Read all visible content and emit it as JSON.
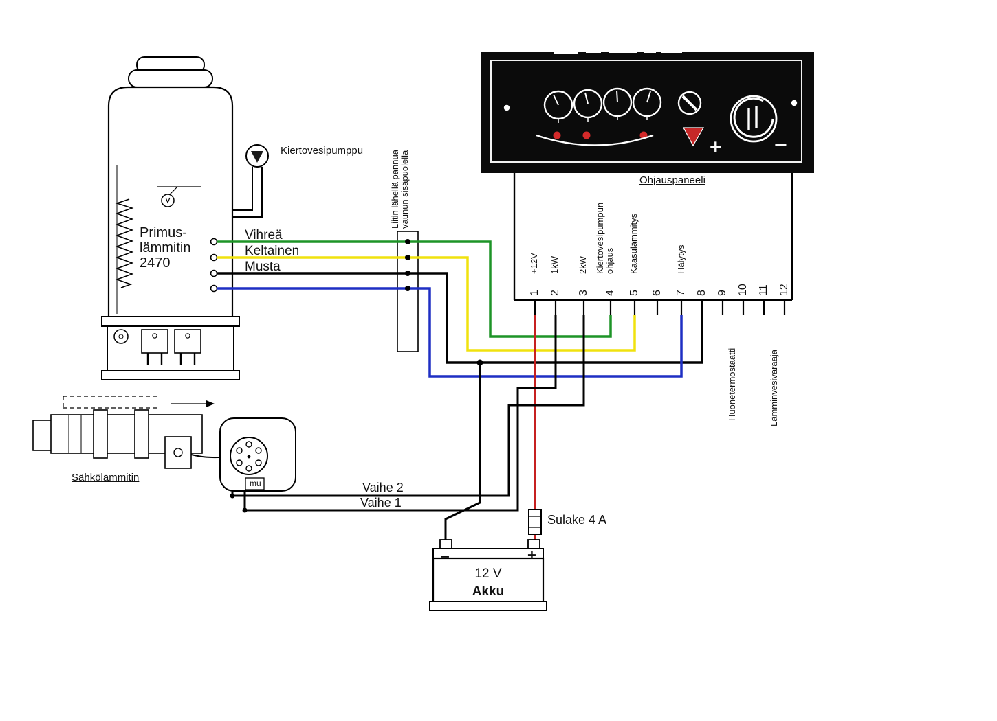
{
  "control_panel": {
    "label": "Ohjauspaneeli",
    "plus": "+",
    "minus": "−"
  },
  "heater": {
    "title_lines": [
      "Primus-",
      "lämmitin",
      "2470"
    ],
    "pump_label": "Kiertovesipumppu",
    "wire_labels": {
      "green": "Vihreä",
      "yellow": "Keltainen",
      "black": "Musta"
    }
  },
  "inline_connector": {
    "note_line1": "Liitin lähellä pannua",
    "note_line2": "vaunun sisäpuolella"
  },
  "terminal_block": {
    "numbers": [
      "1",
      "2",
      "3",
      "4",
      "5",
      "6",
      "7",
      "8",
      "9",
      "10",
      "11",
      "12"
    ],
    "labels": {
      "t1": "+12V",
      "t2": "1kW",
      "t3": "2kW",
      "t4_line1": "Kiertovesipumpun",
      "t4_line2": "ohjaus",
      "t5": "Kaasulämmitys",
      "t7": "Hälytys",
      "below_9_10": "Huonetermostaatti",
      "below_11_12": "Lämminvesivaraaja"
    }
  },
  "electric_heater": {
    "label": "Sähkölämmitin",
    "plug_marking": "mu",
    "phase2_label": "Vaihe 2",
    "phase1_label": "Vaihe 1"
  },
  "fuse": {
    "label": "Sulake 4 A"
  },
  "battery": {
    "voltage": "12 V",
    "label": "Akku",
    "minus": "−",
    "plus": "+"
  },
  "wire_colors": {
    "green": "#1d9427",
    "yellow": "#f0e20e",
    "blue": "#1e2fc4",
    "red": "#c62020",
    "black": "#000000"
  }
}
